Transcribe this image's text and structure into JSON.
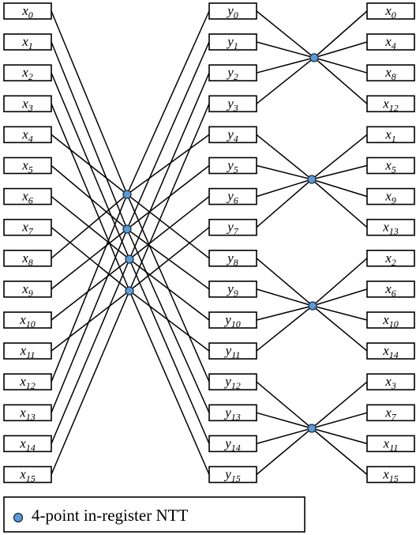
{
  "columns": {
    "input": [
      "x0",
      "x1",
      "x2",
      "x3",
      "x4",
      "x5",
      "x6",
      "x7",
      "x8",
      "x9",
      "x10",
      "x11",
      "x12",
      "x13",
      "x14",
      "x15"
    ],
    "middle": [
      "y0",
      "y1",
      "y2",
      "y3",
      "y4",
      "y5",
      "y6",
      "y7",
      "y8",
      "y9",
      "y10",
      "y11",
      "y12",
      "y13",
      "y14",
      "y15"
    ],
    "output": [
      "x0",
      "x4",
      "x8",
      "x12",
      "x1",
      "x5",
      "x9",
      "x13",
      "x2",
      "x6",
      "x10",
      "x14",
      "x3",
      "x7",
      "x11",
      "x15"
    ]
  },
  "stage1_groups": [
    [
      0,
      4,
      8,
      12
    ],
    [
      1,
      5,
      9,
      13
    ],
    [
      2,
      6,
      10,
      14
    ],
    [
      3,
      7,
      11,
      15
    ]
  ],
  "stage2_groups": [
    [
      0,
      1,
      2,
      3
    ],
    [
      4,
      5,
      6,
      7
    ],
    [
      8,
      9,
      10,
      11
    ],
    [
      12,
      13,
      14,
      15
    ]
  ],
  "legend": {
    "text": "4-point in-register NTT"
  },
  "colors": {
    "node": "#5b9bd5",
    "line": "#000000"
  }
}
